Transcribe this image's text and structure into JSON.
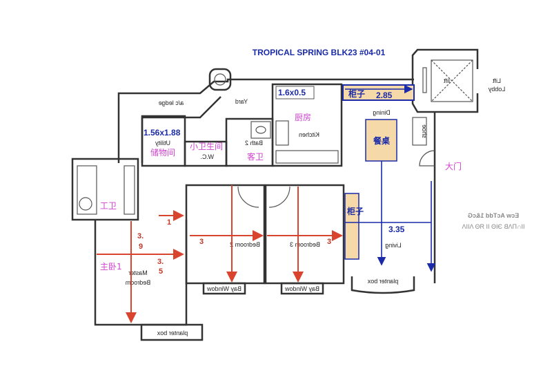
{
  "title": "TROPICAL SPRING BLK23 #04-01",
  "rooms": {
    "yard": "Yard",
    "ac_ledge": "a/c ledge",
    "kitchen": "Kitchen",
    "kitchen_cn": "厨房",
    "kitchen_dim": "1.6x0.5",
    "cabinet_cn": "柜子",
    "cabinet_dim": "2.85",
    "dining": "Dining",
    "table_cn": "餐桌",
    "lift_lobby_1": "Lift",
    "lift_lobby_2": "Lobby",
    "lift": "lift",
    "shoe": "shoe",
    "main_door_cn": "大门",
    "utility": "Utility",
    "utility_cn": "储物间",
    "utility_dim": "1.56x1.88",
    "wc": "W.C.",
    "wc_cn": "小卫生间",
    "bath2": "Bath 2",
    "bath2_cn": "客卫",
    "bath1_cn": "工卫",
    "master_1": "Master",
    "master_2": "Bedroom",
    "master_cn": "主卧1",
    "bedroom2": "Bedroom 2",
    "bedroom3": "Bedroom 3",
    "bay_window": "Bay Window",
    "planter_box": "planter box",
    "living": "Living",
    "living_dim": "3.35",
    "sideboard_cn": "柜子"
  },
  "dimensions": {
    "corridor": "1",
    "master_a1": "3.",
    "master_a2": "9",
    "master_b1": "3.",
    "master_b2": "5",
    "bedroom2": "3",
    "bedroom3": "3"
  },
  "watermark": {
    "line1": "Ecw AcTdd 1&cG",
    "line2": "ΙΙ∩ΠΛΒ ЭΙΘ ΙΙ ЯΘ ΛΙΙΛ"
  },
  "colors": {
    "accent_blue": "#1a2aa8",
    "pink": "#cc44cc",
    "red": "#d9442e",
    "furniture": "#f5d9a8"
  }
}
